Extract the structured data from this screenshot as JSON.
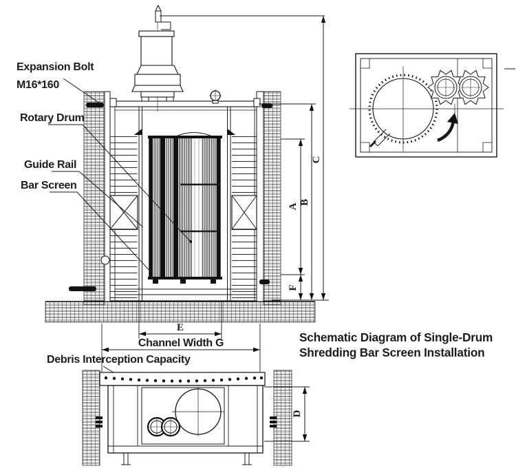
{
  "caption": {
    "line1": "Schematic Diagram of Single-Drum",
    "line2": "Shredding Bar Screen Installation"
  },
  "labels": {
    "expansion_bolt": "Expansion Bolt",
    "bolt_spec": "M16*160",
    "rotary_drum": "Rotary Drum",
    "guide_rail": "Guide Rail",
    "bar_screen": "Bar Screen",
    "debris_capacity": "Debris Interception Capacity",
    "channel_width": "Channel Width G"
  },
  "dimensions": {
    "a": "A",
    "b": "B",
    "c": "C",
    "d": "D",
    "e": "E",
    "f": "F"
  },
  "icons": {
    "eyebolt": "eyebolt-icon",
    "rotation_arrow": "rotation-arrow-icon",
    "shredder_gears": "gear-icon"
  },
  "colors": {
    "line": "#1a1a1a",
    "text": "#1c1c1c",
    "background": "#ffffff"
  }
}
